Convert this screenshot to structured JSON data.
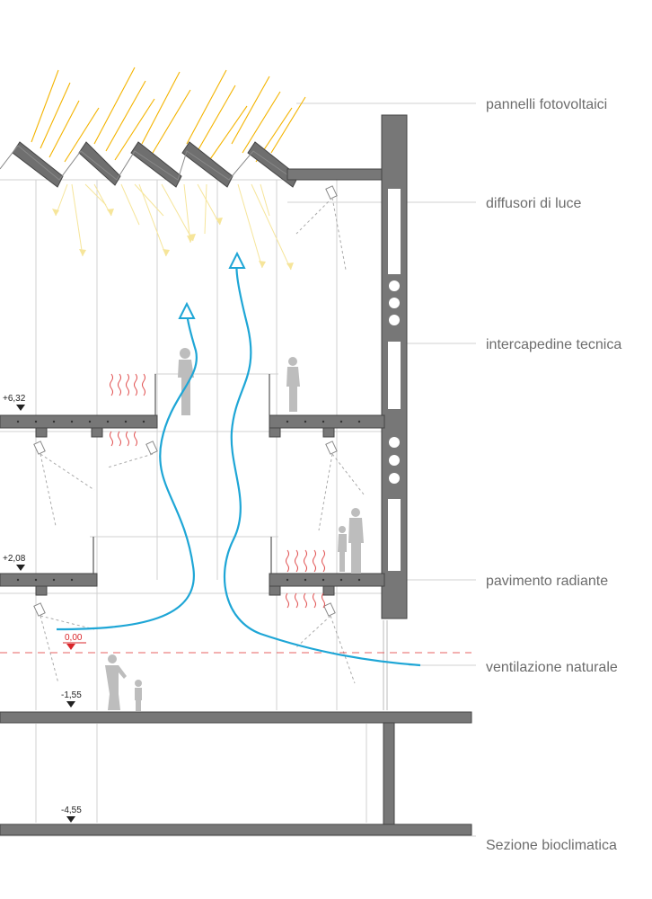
{
  "labels": {
    "pv": "pannelli fotovoltaici",
    "diffusers": "diffusori di luce",
    "interspace": "intercapedine tecnica",
    "floor_heating": "pavimento radiante",
    "ventilation": "ventilazione naturale",
    "title": "Sezione bioclimatica"
  },
  "levels": {
    "l632": "+6,32",
    "l208": "+2,08",
    "l000": "0,00",
    "lm155": "-1,55",
    "lm455": "-4,55"
  },
  "colors": {
    "airflow": "#1ea6d6",
    "sun_ray": "#f4b400",
    "diffuse_ray": "#f6e59a",
    "structure": "#777777",
    "zero_level": "#e23b3b",
    "heat_wave": "#e04b4b",
    "figure": "#bdbdbd",
    "label_text": "#6d6d6d"
  }
}
